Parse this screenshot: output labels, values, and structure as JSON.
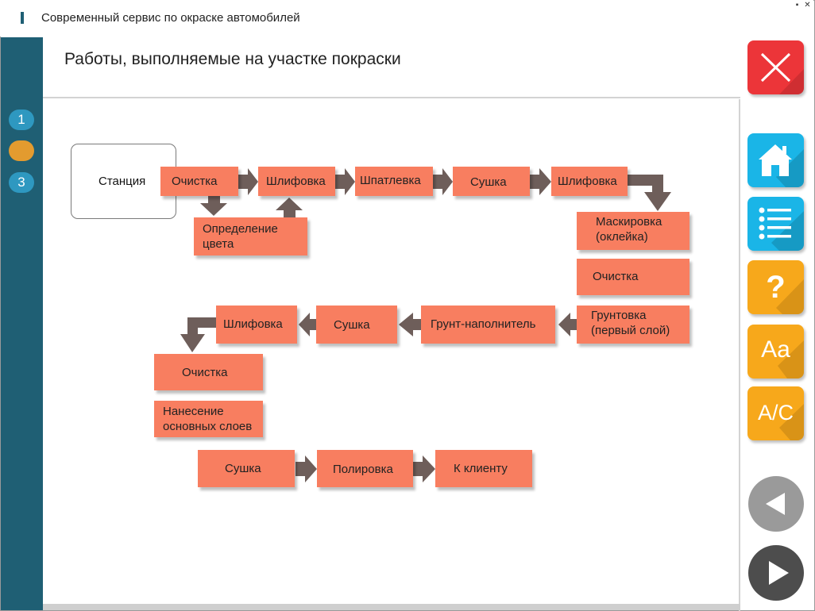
{
  "window": {
    "title": "Современный сервис по окраске автомобилей",
    "minimize_glyph": "▪",
    "close_glyph": "✕"
  },
  "sidebar": {
    "items": [
      {
        "label": "1",
        "color": "#2e98c0"
      },
      {
        "label": "",
        "color": "#e39b2f"
      },
      {
        "label": "3",
        "color": "#2e98c0"
      }
    ]
  },
  "page": {
    "title": "Работы, выполняемые на участке покраски"
  },
  "diagram": {
    "station": "Станция",
    "steps": {
      "ochistka1": "Очистка",
      "shlifovka1": "Шлифовка",
      "shpatlevka": "Шпатлевка",
      "sushka1": "Сушка",
      "shlifovka2": "Шлифовка",
      "opredelenie_line1": "Определение",
      "opredelenie_line2": "цвета",
      "maskirovka_line1": "Маскировка",
      "maskirovka_line2": "(оклейка)",
      "ochistka2": "Очистка",
      "gruntovka_line1": "Грунтовка",
      "gruntovka_line2": "(первый слой)",
      "grunt_napolnitel": "Грунт-наполнитель",
      "sushka2": "Сушка",
      "shlifovka3": "Шлифовка",
      "ochistka3": "Очистка",
      "nanesenie_line1": "Нанесение",
      "nanesenie_line2": "основных слоев",
      "sushka3": "Сушка",
      "polirovka": "Полировка",
      "k_klientu": "К клиенту"
    },
    "box_color": "#f87e60",
    "arrow_color": "#6e5e5a"
  },
  "toolbar": {
    "close_icon": "close-icon",
    "home_icon": "home-icon",
    "list_icon": "list-icon",
    "help_label": "?",
    "font_label": "Aa",
    "answers_label": "A/C",
    "prev_icon": "prev-icon",
    "next_icon": "next-icon"
  },
  "colors": {
    "sidebar": "#1f5f74",
    "close_button": "#ec3539",
    "cyan_button": "#1ab5e7",
    "amber_button": "#f7a81b",
    "prev_button": "#9a9a9a",
    "next_button": "#4d4d4d"
  }
}
